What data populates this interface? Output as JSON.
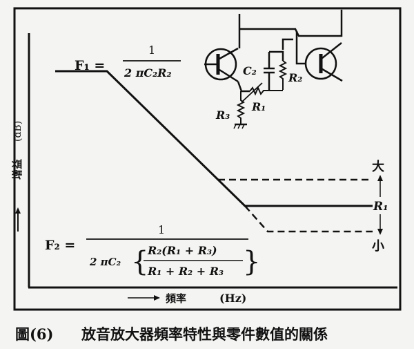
{
  "axes": {
    "y_label": "增益",
    "y_unit": "(dB)",
    "x_label": "頻率",
    "x_unit": "(Hz)"
  },
  "formulas": {
    "f1_lhs": "F₁ =",
    "f1_num": "1",
    "f1_den": "2 πC₂R₂",
    "f2_lhs": "F₂ =",
    "f2_num": "1",
    "f2_den_prefix": "2 πC₂",
    "f2_inner_num": "R₂(R₁ + R₃)",
    "f2_inner_den": "R₁ + R₂ + R₃"
  },
  "circuit": {
    "c2": "C₂",
    "r1": "R₁",
    "r2": "R₂",
    "r3": "R₃"
  },
  "indicator": {
    "high": "大",
    "mid": "R₁",
    "low": "小"
  },
  "caption": {
    "figure": "圖(6)",
    "text": "放音放大器頻率特性與零件數值的關係"
  }
}
